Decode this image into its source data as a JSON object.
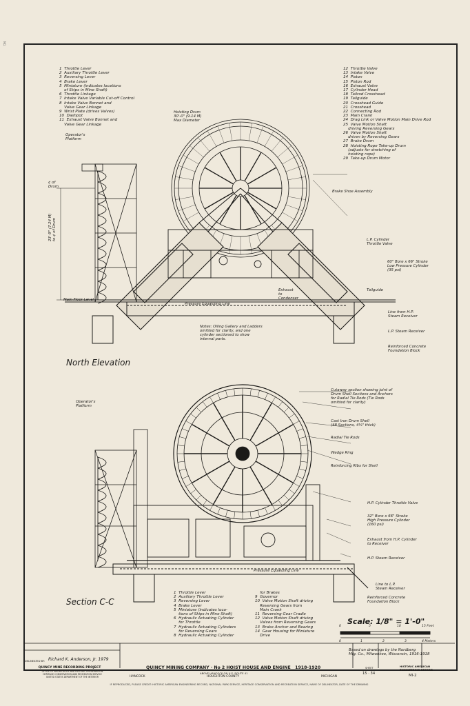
{
  "legend_top": [
    "1  Throttle Lever",
    "2  Auxiliary Throttle Lever",
    "3  Reversing Lever",
    "4  Brake Lever",
    "5  Miniature (indicates locations",
    "    of Skips in Mine Shaft)",
    "6  Throttle Linkage",
    "7  Intake Valve Variable Cut-off Control",
    "8  Intake Valve Bonnet and",
    "    Valve Gear Linkage",
    "9  Wrist Plate (drives Valves)",
    "10  Dashpot",
    "11  Exhaust Valve Bonnet and",
    "    Valve Gear Linkage"
  ],
  "legend_right": [
    "12  Throttle Valve",
    "13  Intake Valve",
    "14  Piston",
    "15  Piston Rod",
    "16  Exhaust Valve",
    "17  Cylinder Head",
    "18  Tailrod Crosshead",
    "19  Tailguide",
    "20  Crosshead Guide",
    "21  Crosshead",
    "22  Connecting Rod",
    "23  Main Crank",
    "24  Drag Link or Valve Motion Main Drive Rod",
    "25  Valve Motion Shaft",
    "    driving Reversing Gears",
    "26  Valve Motion Shaft",
    "    driven by Reversing Gears",
    "27  Brake Drum",
    "28  Hoisting Rope Take-up Drum",
    "    (adjusts for stretching of",
    "    hoisting rope)",
    "29  Take-up Drum Motor"
  ],
  "legend_bottom_left": [
    "1  Throttle Lever",
    "2  Auxiliary Throttle Lever",
    "3  Reversing Lever",
    "4  Brake Lever",
    "5  Miniature (indicates loca-",
    "    tions of Skips in Mine Shaft)",
    "6  Hydraulic Actuating Cylinder",
    "    for Throttle",
    "7  Hydraulic Actuating Cylinders",
    "    for Reversing Gears",
    "8  Hydraulic Actuating Cylinder"
  ],
  "legend_bottom_right": [
    "    for Brakes",
    "9  Governor",
    "10  Valve Motion Shaft driving",
    "    Reversing Gears from",
    "    Main Crank",
    "11  Reversing Gear Cradle",
    "12  Valve Motion Shaft driving",
    "    Valves from Reversing Gears",
    "13  Brake Anchor and Bearing",
    "14  Gear Housing for Miniature",
    "    Drive"
  ],
  "labels": {
    "hoisting_drum": "Hoisting Drum\n30'-0\" (9.14 M)\nMax Diameter",
    "operators_platform_top": "Operator's\nPlatform",
    "operators_platform_bottom": "Operator's\nPlatform",
    "cl_drum": "¢ of\nDrum",
    "dimension": "23'-9\" (7.24 M)\nto ¢ of Drum",
    "main_floor": "Main Floor Level",
    "brake_shoe": "Brake Shoe Assembly",
    "lp_cylinder": "L.P. Cylinder\nThrottle Valve",
    "lp_bore": "60\" Bore x 66\" Stroke\nLow Pressure Cylinder\n(35 psi)",
    "tailguide": "Tailguide",
    "exhaust_condenser": "Exhaust\nto\nCondenser",
    "pressure_line_top": "Pressure Equalizing Line",
    "notes": "Notes: Oiling Gallery and Ladders\nomitted for clarity, and one\ncylinder sectioned to show\ninternal parts.",
    "line_hp": "Line from H.P.\nSteam Receiver",
    "lp_steam": "L.P. Steam Receiver",
    "foundation_top": "Reinforced Concrete\nFoundation Block",
    "cutaway": "Cutaway section showing joint of\nDrum Shell Sections and Anchors\nfor Radial Tie Rods (Tie Rods\nomitted for clarity)",
    "cast_iron": "Cast Iron Drum Shell\n(48 Sections, 4½\" thick)",
    "radial_tie": "Radial Tie Rods",
    "wedge_ring": "Wedge Ring",
    "reinforcing": "Reinforcing Ribs for Shell",
    "hp_throttle": "H.P. Cylinder Throttle Valve",
    "hp_bore": "32\" Bore x 66\" Stroke\nHigh Pressure Cylinder\n(160 psi)",
    "exhaust_hp": "Exhaust from H.P. Cylinder\nto Receiver",
    "hp_steam": "H.P. Steam Receiver",
    "pressure_line_bottom": "Pressure Equalizing Line",
    "line_lp": "Line to L.P.\nSteam Receiver",
    "foundation_bottom": "Reinforced Concrete\nFoundation Block",
    "based_on": "Based on drawings by the Nordberg\nMfg. Co., Milwaukee, Wisconsin, 1916-1918"
  },
  "titles": {
    "north": "North Elevation",
    "section": "Section C-C"
  },
  "scale": {
    "label": "Scale: 1/8\" = 1'-0\"",
    "feet_ticks": [
      "0",
      "5",
      "10",
      "15 Feet"
    ],
    "meter_ticks": [
      "0",
      "1",
      "2",
      "3",
      "4 Meters"
    ]
  },
  "title_block": {
    "delineated": "DELINEATED BY:",
    "delineator": "Richard K. Anderson, Jr. 1979",
    "project": "QUINCY MINE RECORDING PROJECT",
    "office": "OFFICE OF ARCHEOLOGY AND HISTORIC PRESERVATION\nHERITAGE CONSERVATION AND RECREATION SERVICE\nUNITED STATES DEPARTMENT OF THE INTERIOR",
    "location": "HANCOCK",
    "main_title": "QUINCY MINING COMPANY · No 2 HOIST HOUSE AND ENGINE   1918-1920",
    "address": "ABOVE HANCOCK ON U.S. ROUTE 41",
    "county": "HOUGHTON COUNTY",
    "state": "MICHIGAN",
    "sheet_label": "SHEET",
    "sheet": "15 · 34",
    "haer": "HISTORIC AMERICAN\nENGINEERING RECORD",
    "haer_no": "MI-2"
  },
  "footer": "IF REPRODUCED, PLEASE CREDIT: HISTORIC AMERICAN ENGINEERING RECORD, NATIONAL PARK SERVICE, HERITAGE CONSERVATION AND RECREATION SERVICE, NAME OF DELINEATOR, DATE OF THE DRAWING"
}
